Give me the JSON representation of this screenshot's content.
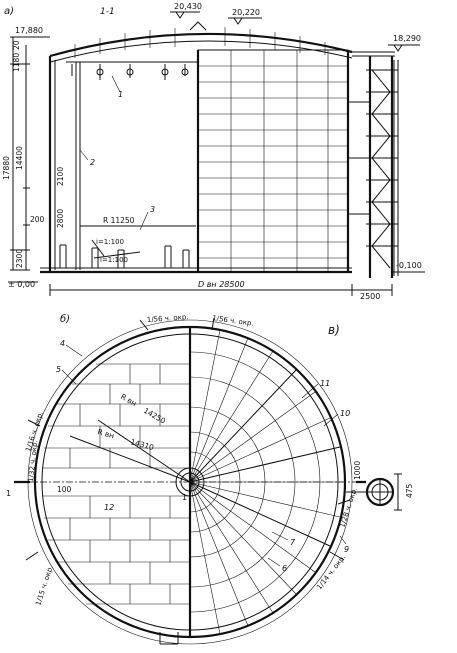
{
  "panel_labels": {
    "a": "а)",
    "b": "б)",
    "v": "в)"
  },
  "section_mark": "1-1",
  "elevations": {
    "top": "20,430",
    "roof_edge": "20,220",
    "left_top": "17,880",
    "stair_top": "18,290",
    "ground": "± 0,00",
    "right_ground": "-0,100"
  },
  "dims_vertical": [
    "20",
    "1180",
    "17880",
    "14400",
    "2100",
    "2800",
    "200",
    "2300"
  ],
  "dims_horizontal": {
    "diameter": "D вн 28500",
    "offset": "2500",
    "radius": "R 11250"
  },
  "slopes": [
    "i=1:100",
    "i=1:100"
  ],
  "callouts_a": [
    "1",
    "2",
    "3"
  ],
  "plan_labels": {
    "r_inner": "R вн",
    "r_value": "14250",
    "r_outer": "R вн",
    "r_outer_value": "14310",
    "edge_100": "100",
    "num_12": "12",
    "num_4": "4",
    "num_5": "5",
    "num_11": "11",
    "num_10": "10",
    "num_7": "7",
    "num_6": "6",
    "num_9": "9",
    "sec_1_left": "1",
    "sec_1_right": "1"
  },
  "arc_labels": [
    "1/56 ч. окр.",
    "1/56 ч. окр.",
    "1/16 ч. окр.",
    "1/32 ч. окр.",
    "1/15 ч. окр.",
    "1/28 ч. окр.",
    "1/14 ч. окр."
  ],
  "detail_labels": {
    "v1": "1000",
    "v2": "475"
  }
}
